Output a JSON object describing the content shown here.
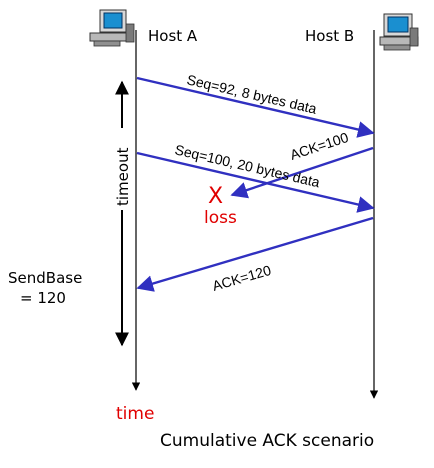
{
  "hosts": {
    "a_label": "Host A",
    "b_label": "Host B",
    "icon": "computer-icon"
  },
  "messages": {
    "seq92": "Seq=92, 8 bytes data",
    "ack100": "ACK=100",
    "seq100": "Seq=100, 20 bytes data",
    "ack120": "ACK=120"
  },
  "loss": {
    "mark": "X",
    "label": "loss"
  },
  "timeout_label": "timeout",
  "sendbase": {
    "line1": "SendBase",
    "line2": "= 120"
  },
  "time_label": "time",
  "caption": "Cumulative ACK scenario",
  "colors": {
    "arrow": "#3030c0",
    "loss": "#e00000",
    "timeline": "#000000"
  }
}
